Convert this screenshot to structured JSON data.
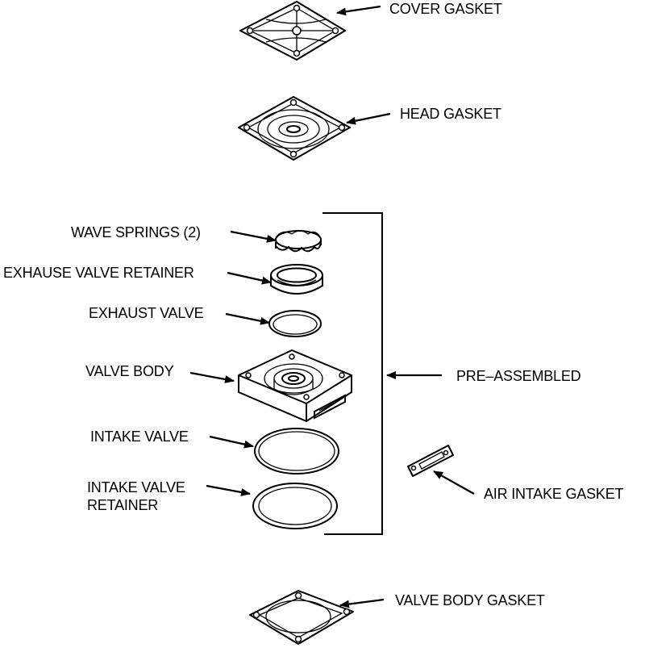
{
  "labels": {
    "cover_gasket": "COVER GASKET",
    "head_gasket": "HEAD GASKET",
    "wave_springs": "WAVE SPRINGS (2)",
    "exhaust_valve_retainer": "EXHAUSE VALVE RETAINER",
    "exhaust_valve": "EXHAUST VALVE",
    "valve_body": "VALVE BODY",
    "pre_assembled": "PRE–ASSEMBLED",
    "intake_valve": "INTAKE VALVE",
    "intake_valve_retainer_line1": "INTAKE VALVE",
    "intake_valve_retainer_line2": "RETAINER",
    "air_intake_gasket": "AIR INTAKE GASKET",
    "valve_body_gasket": "VALVE BODY GASKET"
  }
}
